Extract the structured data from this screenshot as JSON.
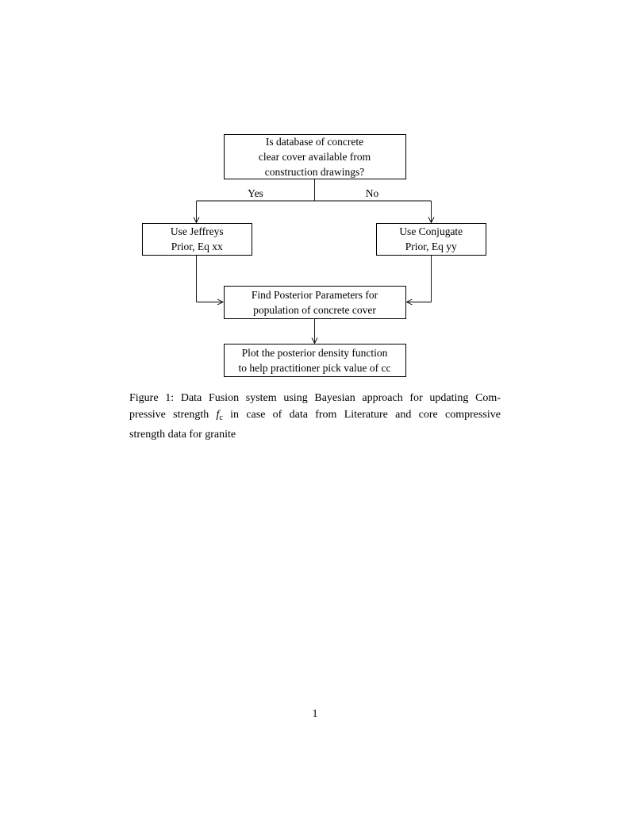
{
  "colors": {
    "ink": "#000000",
    "background": "#ffffff"
  },
  "diagram": {
    "nodes": {
      "question": {
        "lines": [
          "Is database of concrete",
          "clear cover available from",
          "construction drawings?"
        ]
      },
      "jeffreys": {
        "lines": [
          "Use Jeffreys",
          "Prior, Eq xx"
        ]
      },
      "conjugate": {
        "lines": [
          "Use Conjugate",
          "Prior, Eq yy"
        ]
      },
      "posterior": {
        "lines": [
          "Find Posterior Parameters for",
          "population of concrete cover"
        ]
      },
      "plot": {
        "lines": [
          "Plot the posterior density function",
          "to help practitioner pick value of cc"
        ]
      }
    },
    "edge_labels": {
      "yes": "Yes",
      "no": "No"
    }
  },
  "caption": {
    "line1": "Figure 1: Data Fusion system using Bayesian approach for updating Com-",
    "line2_before_math": "pressive strength ",
    "math_base": "f",
    "math_sub": "c",
    "line2_after_math": " in case of data from Literature and core compressive",
    "line3": "strength data for granite"
  },
  "footer": {
    "page_number": "1"
  }
}
